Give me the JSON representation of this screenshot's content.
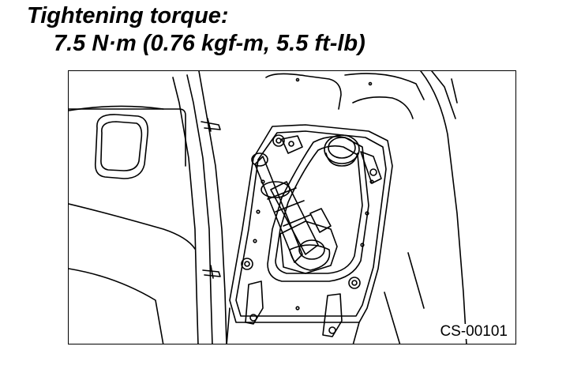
{
  "header": {
    "title": "Tightening torque:",
    "torque_value": "7.5 N·m (0.76 kgf-m, 5.5 ft-lb)"
  },
  "figure": {
    "code": "CS-00101"
  }
}
